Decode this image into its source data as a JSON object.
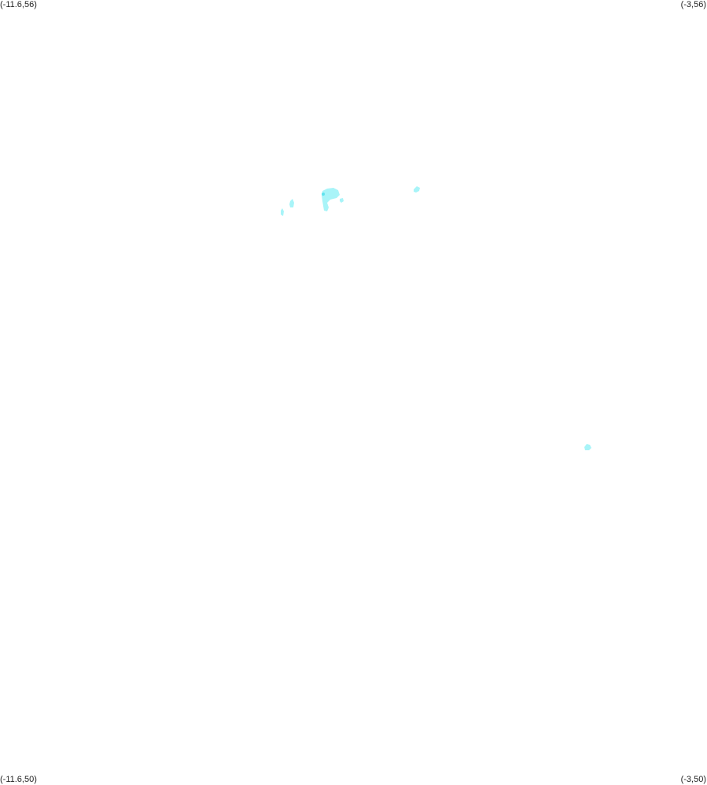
{
  "map": {
    "corner_top_left": "(-11.6,56)",
    "corner_top_right": "(-3,56)",
    "corner_bottom_left": "(-11.6,50)",
    "corner_bottom_right": "(-3,50)",
    "bounds": {
      "lon_min": -11.6,
      "lon_max": -3,
      "lat_min": 50,
      "lat_max": 56
    },
    "colors": {
      "background": "#ffffff",
      "feature_fill": "#a8f4f8",
      "feature_accent": "#5fe3ee"
    }
  }
}
